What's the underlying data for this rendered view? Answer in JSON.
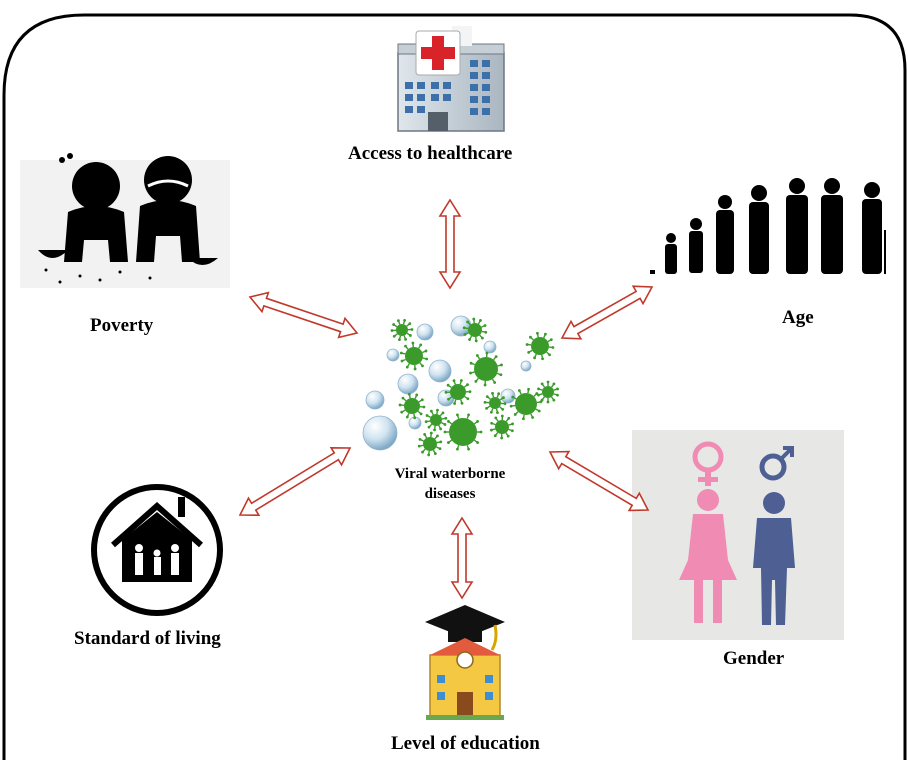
{
  "diagram": {
    "center": {
      "line1": "Viral waterborne",
      "line2": "diseases",
      "icon": "virus-water-drops-icon"
    },
    "factors": {
      "healthcare": {
        "label": "Access to healthcare",
        "icon": "hospital-icon"
      },
      "age": {
        "label": "Age",
        "icon": "age-progression-icon"
      },
      "gender": {
        "label": "Gender",
        "icon": "gender-icon"
      },
      "education": {
        "label": "Level of education",
        "icon": "school-graduation-icon"
      },
      "living": {
        "label": "Standard of living",
        "icon": "house-family-icon"
      },
      "poverty": {
        "label": "Poverty",
        "icon": "poverty-icon"
      }
    },
    "colors": {
      "arrow": "#c0392b",
      "virus": "#3a9a2a",
      "drop": "#a9cbe0",
      "female": "#f08cb4",
      "male": "#4d5f93",
      "frame": "#000000"
    }
  }
}
